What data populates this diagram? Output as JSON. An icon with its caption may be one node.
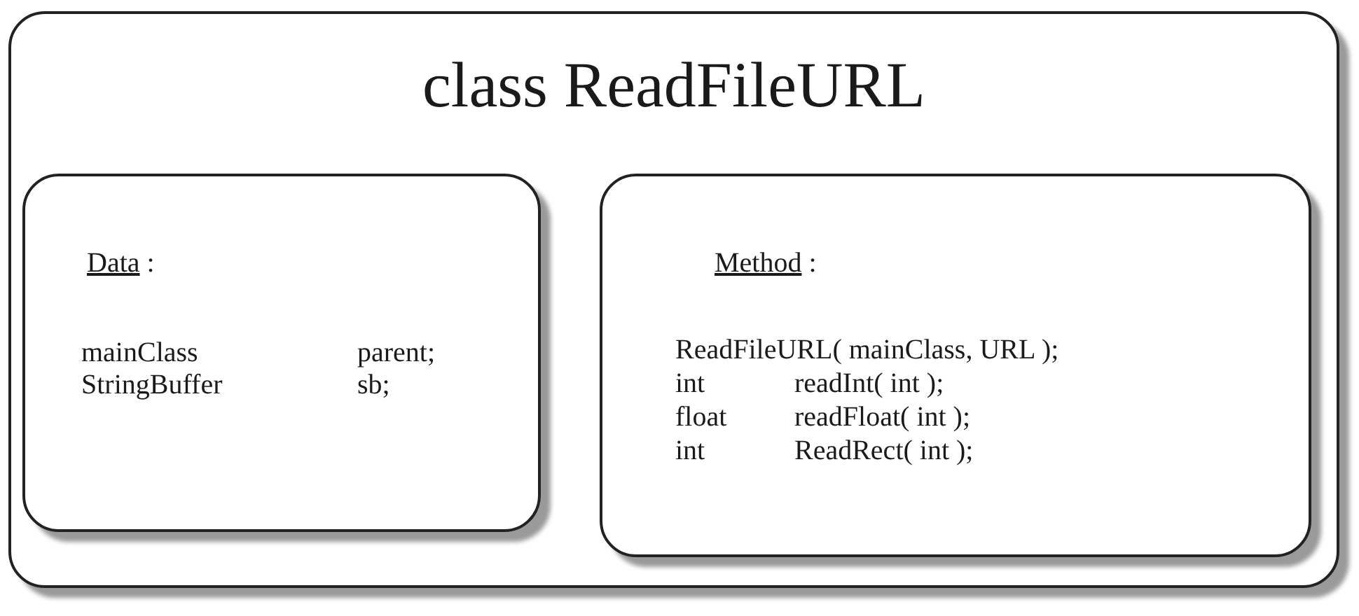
{
  "diagram": {
    "nodes": [
      {
        "text": [
          "class ReadFileURL"
        ]
      },
      {
        "text": [
          "Data",
          ":",
          "mainClass",
          "parent;",
          "StringBuffer",
          "sb;"
        ],
        "in": 0
      },
      {
        "text": [
          "Method",
          ":",
          "ReadFileURL( mainClass, URL );",
          "int",
          "readInt( int );",
          "float",
          "readFloat( int );",
          "int",
          "ReadRect( int );"
        ],
        "in": 0
      }
    ]
  }
}
